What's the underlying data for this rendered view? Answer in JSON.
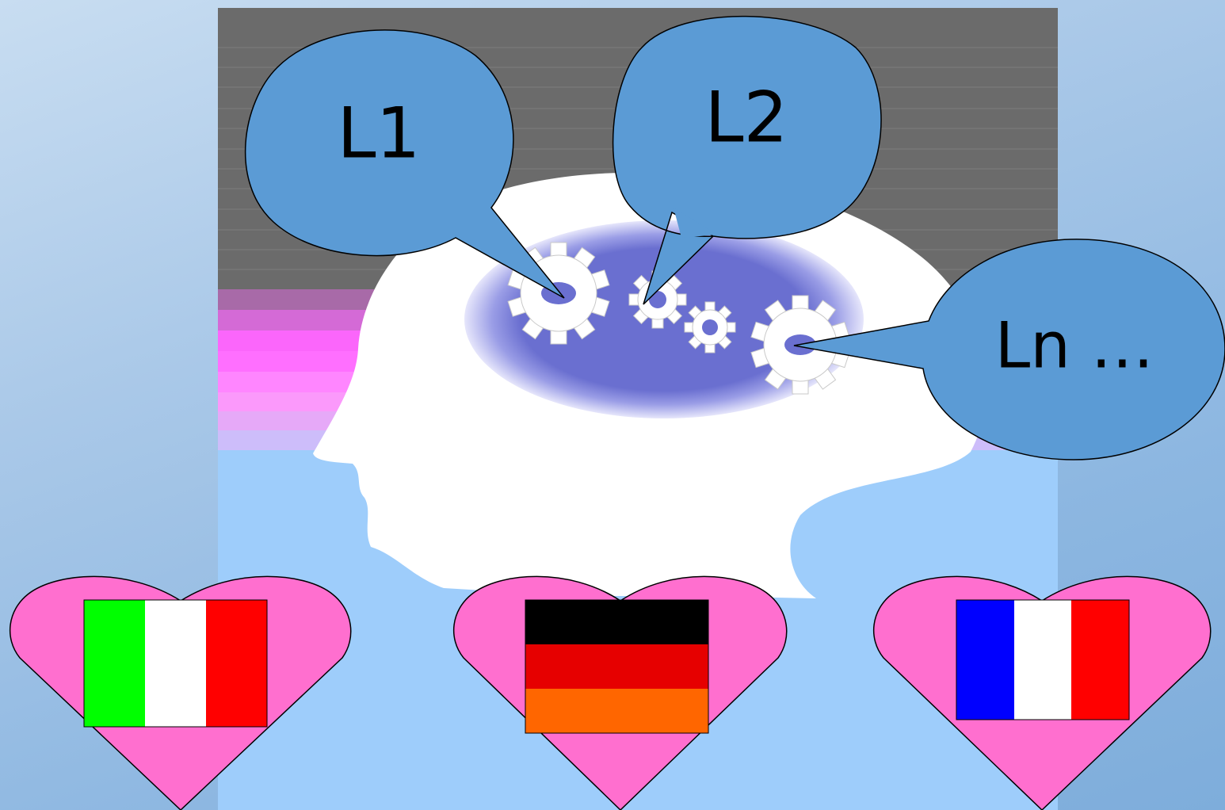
{
  "bubbles": [
    {
      "id": "l1",
      "label": "L1"
    },
    {
      "id": "l2",
      "label": "L2"
    },
    {
      "id": "ln",
      "label": "Ln …"
    }
  ],
  "flags": [
    {
      "id": "italy",
      "stripes": "vertical",
      "colors": [
        "#00ff00",
        "#ffffff",
        "#ff0000"
      ]
    },
    {
      "id": "germany",
      "stripes": "horizontal",
      "colors": [
        "#000000",
        "#e60000",
        "#ff6600"
      ]
    },
    {
      "id": "france",
      "stripes": "vertical",
      "colors": [
        "#0000ff",
        "#ffffff",
        "#ff0000"
      ]
    }
  ],
  "colors": {
    "bubble_fill": "#5b9bd5",
    "heart_fill": "#ff6fcf",
    "panel_sky": "#9ecdfb",
    "panel_dark": "#6b6b6b",
    "brain_fill": "#6a6fd0"
  }
}
